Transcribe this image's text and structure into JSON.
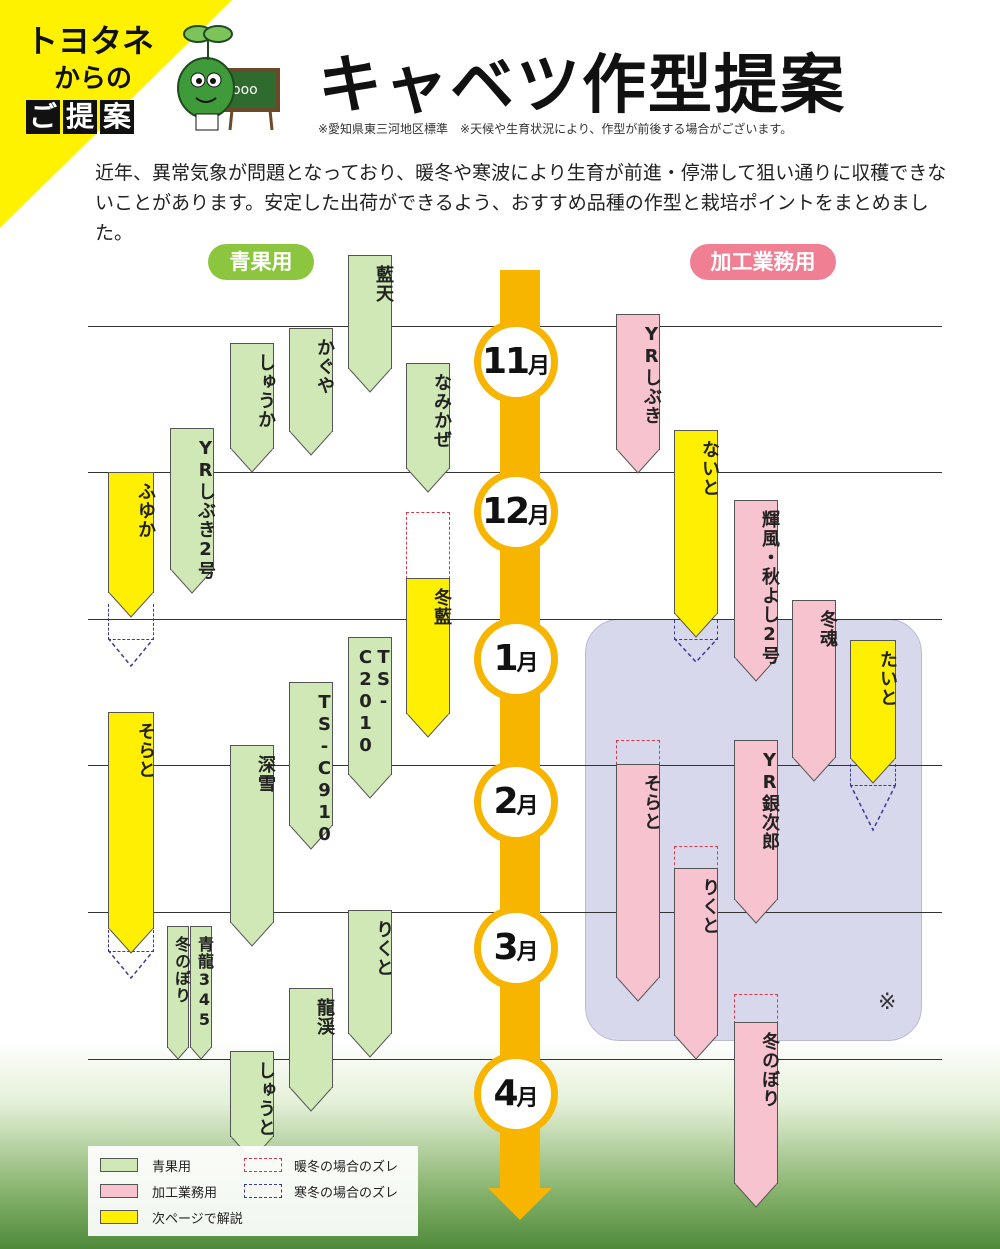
{
  "header": {
    "badge_line1": "トヨタネ",
    "badge_line2": "からの",
    "badge_boxes": [
      "ご",
      "提",
      "案"
    ],
    "title": "キャベツ作型提案",
    "note": "※愛知県東三河地区標準　※天候や生育状況により、作型が前後する場合がございます。",
    "intro": "近年、異常気象が問題となっており、暖冬や寒波により生育が前進・停滞して狙い通りに収穫できないことがあります。安定した出荷ができるよう、おすすめ品種の作型と栽培ポイントをまとめました。",
    "mascot_board_text": "ooo"
  },
  "categories": {
    "left": "青果用",
    "right": "加工業務用"
  },
  "colors": {
    "accent": "#f7b500",
    "green": "#8cc63f",
    "pink": "#f07f94",
    "yellow": "#ffef00",
    "shade": "#d8d8ec"
  },
  "months": [
    "11",
    "12",
    "1",
    "2",
    "3",
    "4"
  ],
  "month_unit": "月",
  "varieties": {
    "aiten": "藍天",
    "kaguya": "かぐや",
    "shuuka": "しゅうか",
    "yr_shibuki2": "YRしぶき2号",
    "fuyuka": "ふゆか",
    "namikaze": "なみかぜ",
    "fuyuai": "冬藍",
    "tsc2010": "TS-C2010",
    "tsc910": "TS-C910",
    "shinsetsu": "深雪",
    "sorato_l": "そらと",
    "fuyunobori_l": "冬のぼり",
    "seiryu345": "青龍345",
    "rikuto_l": "りくと",
    "ryukei": "龍渓",
    "shuuto": "しゅうと",
    "yr_shibuki": "YRしぶき",
    "naito": "ないと",
    "kifu_akiyoshi2": "輝風・秋よし2号",
    "tousou": "冬魂",
    "taito": "たいと",
    "sorato_r": "そらと",
    "yr_ginjiro": "YR銀次郎",
    "rikuto_r": "りくと",
    "fuyunobori_r": "冬のぼり"
  },
  "shade_note": "※",
  "legend": {
    "green": "青果用",
    "pink": "加工業務用",
    "yellow": "次ページで解説",
    "red_dash": "暖冬の場合のズレ",
    "blue_dash": "寒冬の場合のズレ"
  }
}
